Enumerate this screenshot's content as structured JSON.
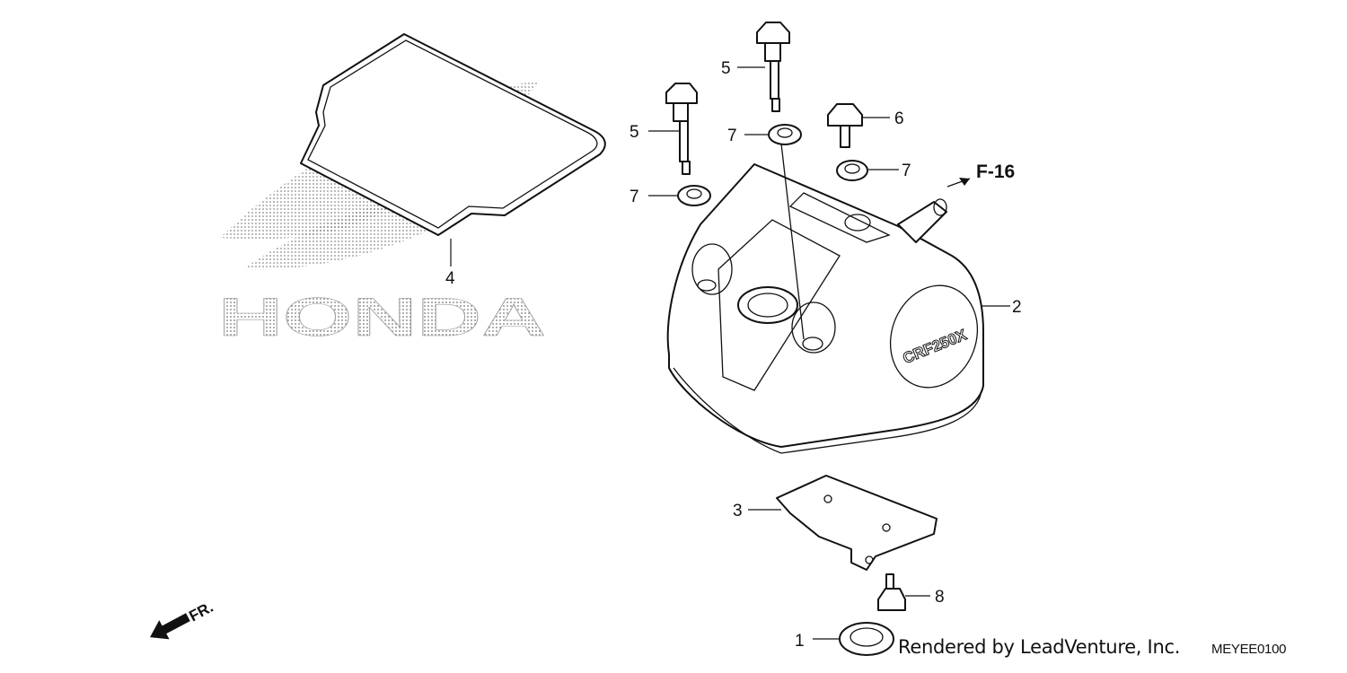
{
  "diagram": {
    "watermark_text": "HONDA",
    "callouts": [
      {
        "id": "c1",
        "label": "1"
      },
      {
        "id": "c2",
        "label": "2"
      },
      {
        "id": "c3",
        "label": "3"
      },
      {
        "id": "c4",
        "label": "4"
      },
      {
        "id": "c5a",
        "label": "5"
      },
      {
        "id": "c5b",
        "label": "5"
      },
      {
        "id": "c6",
        "label": "6"
      },
      {
        "id": "c7a",
        "label": "7"
      },
      {
        "id": "c7b",
        "label": "7"
      },
      {
        "id": "c7c",
        "label": "7"
      },
      {
        "id": "c8",
        "label": "8"
      }
    ],
    "reference_label": "F-16",
    "front_label": "FR.",
    "cover_logo_text": "CRF250X"
  },
  "footer": {
    "credit": "Rendered by LeadVenture, Inc.",
    "code": "MEYEE0100"
  }
}
